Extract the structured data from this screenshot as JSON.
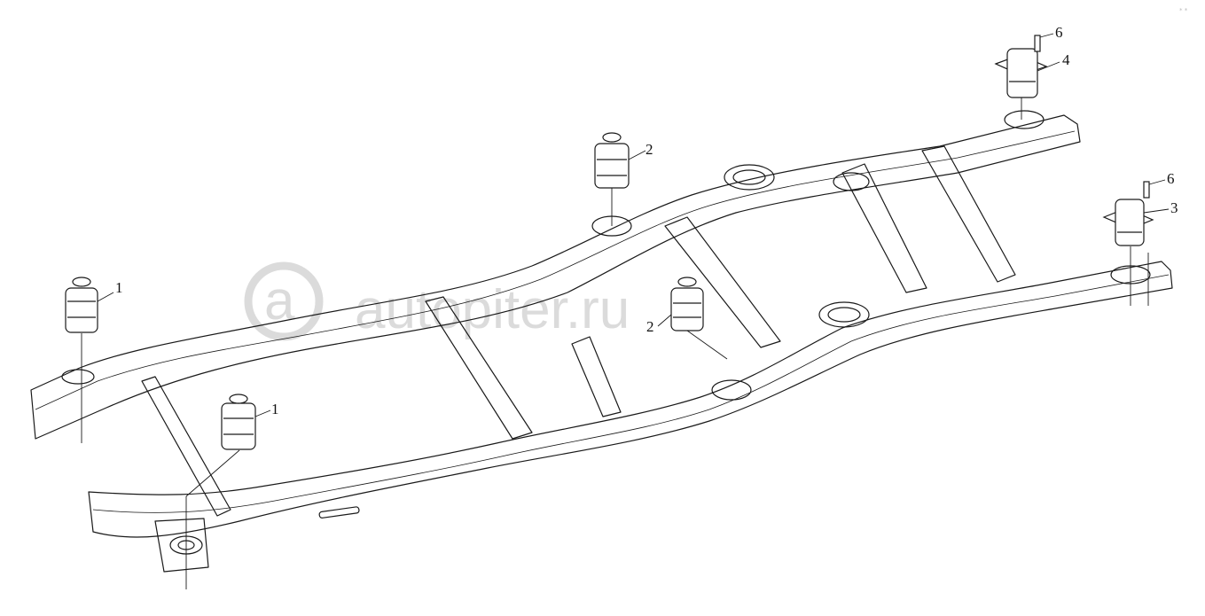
{
  "diagram": {
    "callouts": [
      {
        "id": "c1a",
        "label": "1"
      },
      {
        "id": "c1b",
        "label": "1"
      },
      {
        "id": "c2a",
        "label": "2"
      },
      {
        "id": "c2b",
        "label": "2"
      },
      {
        "id": "c3",
        "label": "3"
      },
      {
        "id": "c4",
        "label": "4"
      },
      {
        "id": "c6a",
        "label": "6"
      },
      {
        "id": "c6b",
        "label": "6"
      }
    ],
    "watermark": "autopiter.ru",
    "corner_mark": "* *"
  },
  "colors": {
    "line": "#1a1a1a",
    "watermark": "#d8d8d8",
    "background": "#ffffff"
  }
}
